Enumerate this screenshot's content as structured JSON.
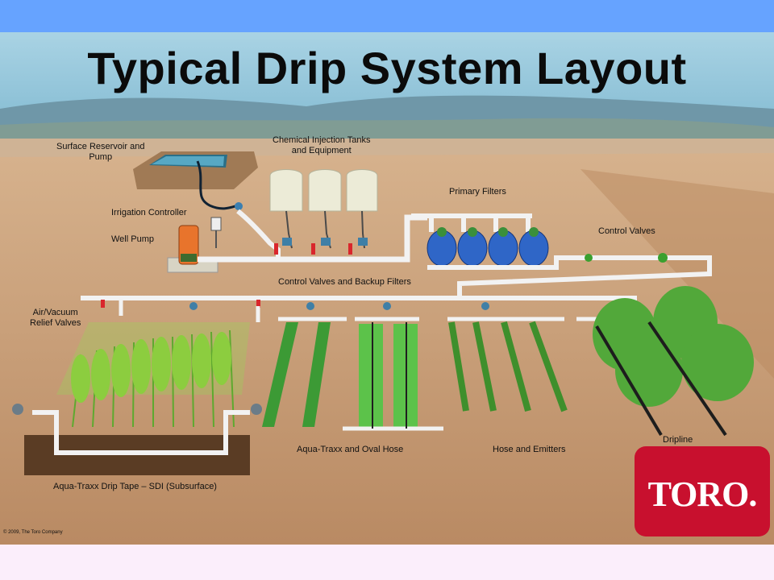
{
  "title": "Typical Drip System Layout",
  "labels": {
    "surface_reservoir": "Surface Reservoir and\nPump",
    "chemical_injection": "Chemical Injection Tanks\nand Equipment",
    "primary_filters": "Primary Filters",
    "irrigation_controller": "Irrigation Controller",
    "well_pump": "Well Pump",
    "control_valves": "Control Valves",
    "control_valves_backup": "Control Valves and Backup Filters",
    "air_vacuum": "Air/Vacuum\nRelief Valves",
    "aqua_traxx_oval": "Aqua-Traxx and Oval Hose",
    "hose_emitters": "Hose and Emitters",
    "dripline": "Dripline",
    "aqua_traxx_sdi": "Aqua-Traxx Drip Tape – SDI (Subsurface)"
  },
  "copyright": "© 2009, The Toro Company",
  "logo_text": "TORO.",
  "colors": {
    "sky": "#8fc2d9",
    "field": "#c69a73",
    "pipe": "#f2f2f2",
    "valve_red": "#d9262c",
    "filter_blue": "#2f66c7",
    "tank": "#ecebd7",
    "plant_green": "#4fae3a",
    "logo_red": "#c8102e",
    "top_bar": "#66a3ff"
  }
}
